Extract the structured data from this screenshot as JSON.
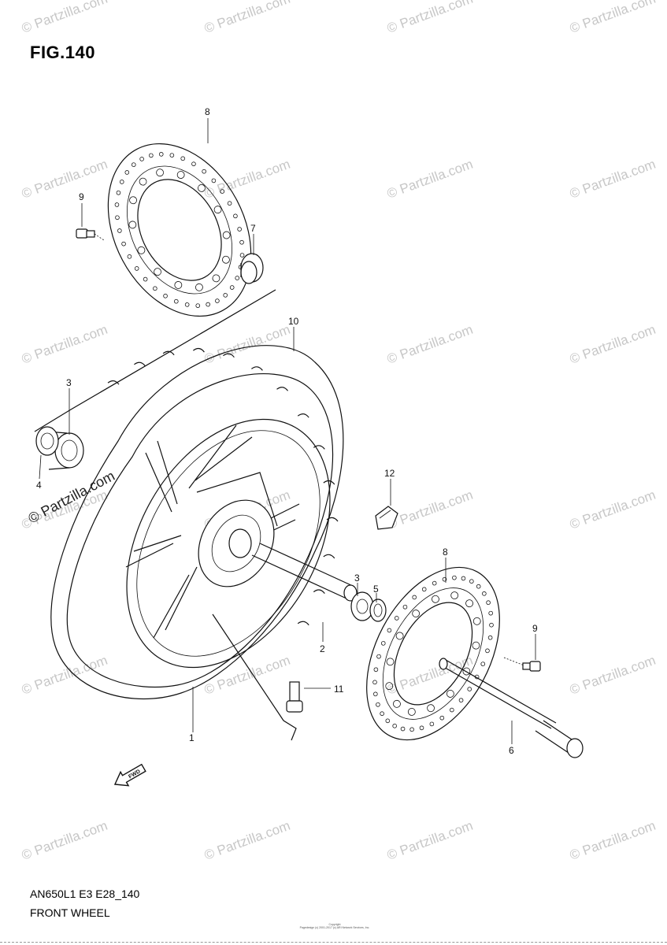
{
  "figure": {
    "title": "FIG.140",
    "model_code": "AN650L1 E3 E28_140",
    "section_name": "FRONT WHEEL",
    "copyright_line1": "Copyright",
    "copyright_line2": "Pagedesign (c) 2001-2017 (c) ARI Network Services, Inc."
  },
  "watermark": {
    "text": "© Partzilla.com",
    "color": "#c7c7c7"
  },
  "callouts": [
    {
      "number": "1",
      "part": "wheel"
    },
    {
      "number": "2",
      "part": "spacer"
    },
    {
      "number": "3",
      "part": "bearing-left"
    },
    {
      "number": "4",
      "part": "oil-seal-left"
    },
    {
      "number": "3",
      "part": "bearing-right"
    },
    {
      "number": "5",
      "part": "oil-seal-right"
    },
    {
      "number": "6",
      "part": "axle"
    },
    {
      "number": "7",
      "part": "spacer-collar"
    },
    {
      "number": "8",
      "part": "brake-disc-left"
    },
    {
      "number": "8",
      "part": "brake-disc-right"
    },
    {
      "number": "9",
      "part": "disc-bolt-left"
    },
    {
      "number": "9",
      "part": "disc-bolt-right"
    },
    {
      "number": "10",
      "part": "tire"
    },
    {
      "number": "11",
      "part": "valve"
    },
    {
      "number": "12",
      "part": "balancer-weight"
    }
  ],
  "direction_marker": {
    "label": "FWD",
    "icon": "arrow-fwd-icon"
  }
}
